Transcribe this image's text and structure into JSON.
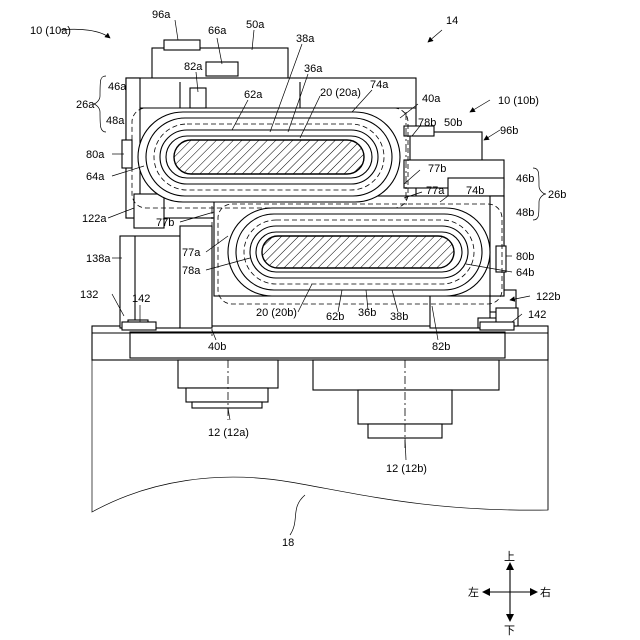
{
  "labels": {
    "l10a": "10 (10a)",
    "l96a": "96a",
    "l66a": "66a",
    "l50a": "50a",
    "l14": "14",
    "l38a": "38a",
    "l82a": "82a",
    "l36a": "36a",
    "l46a": "46a",
    "l26a": "26a",
    "l62a": "62a",
    "l20a": "20 (20a)",
    "l74a": "74a",
    "l40a": "40a",
    "l10b": "10 (10b)",
    "l48a": "48a",
    "l78b": "78b",
    "l50b": "50b",
    "l96b": "96b",
    "l80a": "80a",
    "l77b_r": "77b",
    "l64a": "64a",
    "l77a_r": "77a",
    "l74b": "74b",
    "l46b": "46b",
    "l26b": "26b",
    "l122a": "122a",
    "l48b": "48b",
    "l77b_l": "77b",
    "l77a_l": "77a",
    "l80b": "80b",
    "l138a": "138a",
    "l78a": "78a",
    "l64b": "64b",
    "l122b": "122b",
    "l132": "132",
    "l142a": "142",
    "l142b": "142",
    "l20b": "20 (20b)",
    "l62b": "62b",
    "l36b": "36b",
    "l38b": "38b",
    "l40b": "40b",
    "l82b": "82b",
    "l12a": "12 (12a)",
    "l12b": "12 (12b)",
    "l18": "18"
  },
  "compass": {
    "up": "上",
    "down": "下",
    "left": "左",
    "right": "右"
  }
}
